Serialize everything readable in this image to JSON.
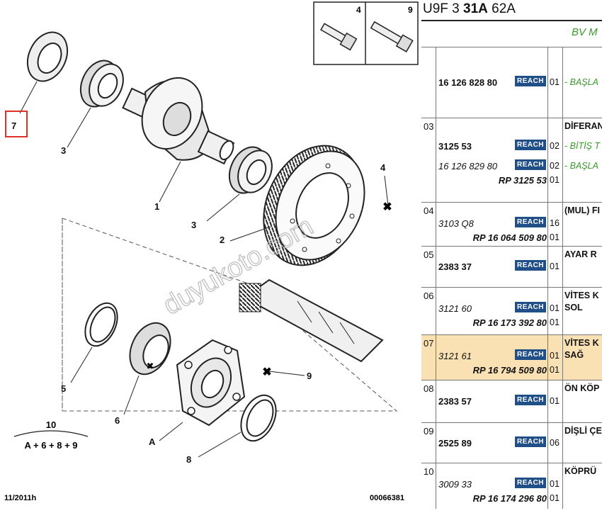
{
  "header": {
    "code_prefix": "U9F 3 ",
    "code_bold": "31A",
    "code_suffix": " 62A",
    "green_title": "BV M"
  },
  "diagram": {
    "callouts": [
      "7",
      "3",
      "1",
      "3",
      "2",
      "4",
      "5",
      "6",
      "A",
      "8",
      "9"
    ],
    "kit_number": "10",
    "kit_formula": "A + 6 + 8 + 9",
    "bolt_box": [
      "4",
      "9"
    ],
    "watermark": "duyukoto.com",
    "date": "11/2011h",
    "doc_number": "00066381"
  },
  "badge_label": "REACH",
  "rows": [
    {
      "pos": "",
      "lines": [
        {
          "ref": "16 126 828 80",
          "italic": false,
          "badge": true,
          "qty": "01",
          "desc": "- BAŞLA",
          "desc_style": "g"
        }
      ]
    },
    {
      "pos": "03",
      "title": "DİFERAN",
      "lines": [
        {
          "ref": "3125 53",
          "italic": false,
          "badge": true,
          "qty": "02",
          "desc": "- BİTİŞ T",
          "desc_style": "g"
        },
        {
          "ref": "16 126 829 80",
          "italic": true,
          "badge": true,
          "qty": "02",
          "desc": "- BAŞLA",
          "desc_style": "g"
        },
        {
          "rp": "RP 3125 53",
          "qty": "01"
        }
      ]
    },
    {
      "pos": "04",
      "title": "(MUL) FI",
      "lines": [
        {
          "ref": "3103 Q8",
          "italic": true,
          "badge": true,
          "qty": "16"
        },
        {
          "rp": "RP 16 064 509 80",
          "qty": "01"
        }
      ]
    },
    {
      "pos": "05",
      "title": "AYAR R",
      "lines": [
        {
          "ref": "2383 37",
          "italic": false,
          "badge": true,
          "qty": "01"
        }
      ]
    },
    {
      "pos": "06",
      "title": "VİTES K",
      "title2": "SOL",
      "lines": [
        {
          "ref": "3121 60",
          "italic": true,
          "badge": true,
          "qty": "01"
        },
        {
          "rp": "RP 16 173 392 80",
          "qty": "01"
        }
      ]
    },
    {
      "pos": "07",
      "title": "VİTES K",
      "title2": "SAĞ",
      "selected": true,
      "lines": [
        {
          "ref": "3121 61",
          "italic": true,
          "badge": true,
          "qty": "01"
        },
        {
          "rp": "RP 16 794 509 80",
          "qty": "01"
        }
      ]
    },
    {
      "pos": "08",
      "title": "ÖN KÖP",
      "lines": [
        {
          "ref": "2383 57",
          "italic": false,
          "badge": true,
          "qty": "01"
        }
      ]
    },
    {
      "pos": "09",
      "title": "DİŞLİ ÇE",
      "lines": [
        {
          "ref": "2525 89",
          "italic": false,
          "badge": true,
          "qty": "06"
        }
      ]
    },
    {
      "pos": "10",
      "title": "KÖPRÜ",
      "lines": [
        {
          "ref": "3009 33",
          "italic": true,
          "badge": true,
          "qty": "01"
        },
        {
          "rp": "RP 16 174 296 80",
          "qty": "01"
        }
      ]
    }
  ]
}
